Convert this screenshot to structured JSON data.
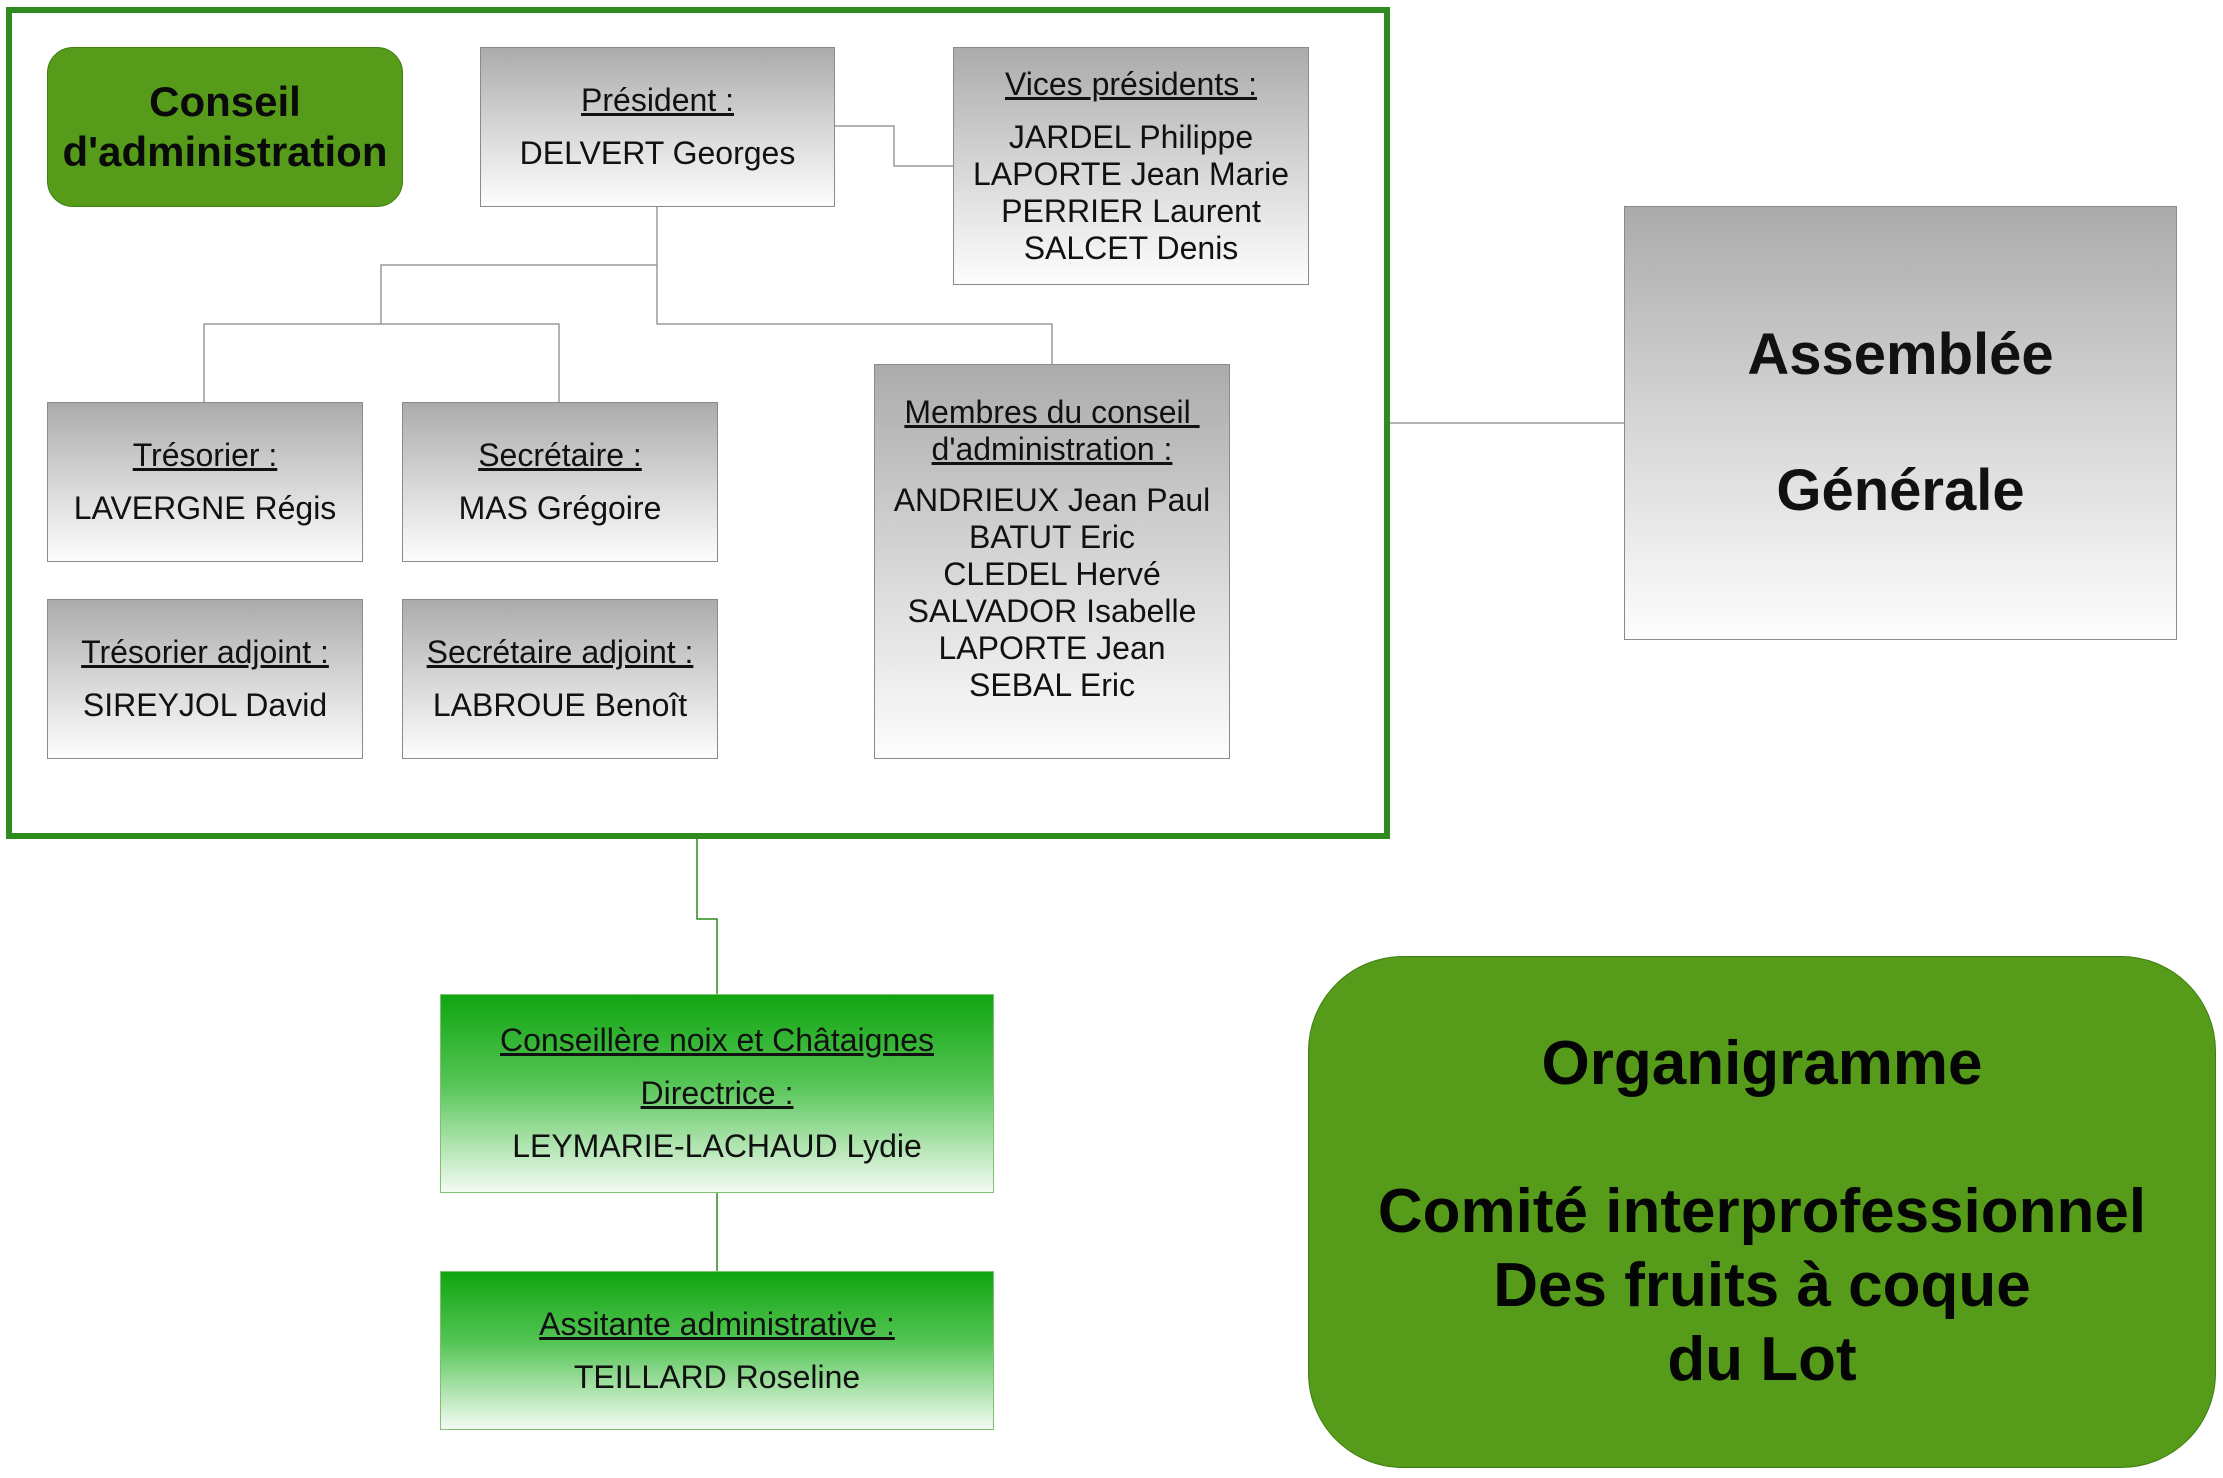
{
  "diagram": {
    "board": {
      "label_lines": [
        "Conseil",
        "d'administration"
      ]
    },
    "president": {
      "title": "Président :",
      "names": [
        "DELVERT Georges"
      ]
    },
    "vice_presidents": {
      "title": "Vices présidents :",
      "names": [
        "JARDEL Philippe",
        "LAPORTE Jean Marie",
        "PERRIER Laurent",
        "SALCET Denis"
      ]
    },
    "treasurer": {
      "title": "Trésorier :",
      "names": [
        "LAVERGNE Régis"
      ]
    },
    "secretary": {
      "title": "Secrétaire :",
      "names": [
        "MAS Grégoire"
      ]
    },
    "deputy_treasurer": {
      "title": "Trésorier adjoint :",
      "names": [
        "SIREYJOL David"
      ]
    },
    "deputy_secretary": {
      "title": "Secrétaire adjoint :",
      "names": [
        "LABROUE Benoît"
      ]
    },
    "board_members": {
      "title_lines": [
        "Membres du conseil ",
        "d'administration :"
      ],
      "names": [
        "ANDRIEUX Jean Paul",
        "BATUT Eric",
        "CLEDEL Hervé",
        "SALVADOR Isabelle",
        "LAPORTE Jean",
        "SEBAL Eric"
      ]
    },
    "general_assembly": {
      "label_lines": [
        "Assemblée",
        "Générale"
      ]
    },
    "director": {
      "title_lines": [
        "Conseillère noix et Châtaignes",
        "Directrice :"
      ],
      "names": [
        "LEYMARIE-LACHAUD Lydie"
      ]
    },
    "assistant": {
      "title": "Assitante administrative :",
      "names": [
        "TEILLARD Roseline"
      ]
    },
    "caption": {
      "heading": "Organigramme",
      "lines": [
        "Comité interprofessionnel",
        "Des fruits à coque",
        "du Lot"
      ]
    }
  },
  "colors": {
    "frame_green": "#2e8b1e",
    "title_green": "#579b1b",
    "staff_green": "#10a510",
    "connector_gray": "#9a9a9a"
  }
}
